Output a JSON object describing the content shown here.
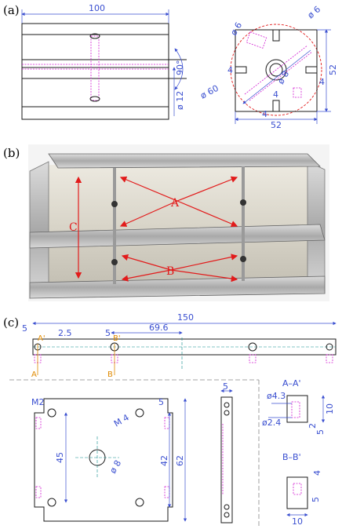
{
  "panels": {
    "a": {
      "label": "(a)"
    },
    "b": {
      "label": "(b)"
    },
    "c": {
      "label": "(c)"
    }
  },
  "panel_a": {
    "side": {
      "length": "100",
      "angle": "90°",
      "bore": "ø 12"
    },
    "end": {
      "size_horizontal": "52",
      "size_vertical": "52",
      "arc_diameter": "ø 60",
      "hole_diameter": "ø 8",
      "slot_width": "4",
      "port_diameter_a": "ø 6",
      "port_diameter_b": "ø 6",
      "slot_width_left": "4",
      "slot_width_right": "4",
      "slot_width_bottom": "4",
      "slot_width_inner": "4"
    }
  },
  "panel_b": {
    "labels": {
      "a": "A",
      "b": "B",
      "c": "C"
    }
  },
  "panel_c": {
    "rail": {
      "length": "150",
      "center_offset": "69.6",
      "end_offset": "5",
      "hole_offset": "2.5",
      "hole_offset_b": "5",
      "section_a_top": "A'",
      "section_b_top": "B'",
      "section_a_bottom": "A",
      "section_b_bottom": "B"
    },
    "plate": {
      "thread_small": "M2",
      "thread_large": "M 4",
      "hole_diameter": "ø 8",
      "width_inner": "45",
      "height_inner": "42",
      "height_outer": "62",
      "corner": "5"
    },
    "side_bar": {
      "width": "5"
    },
    "section_aa": {
      "title": "A–A'",
      "dia_a": "ø4.3",
      "dia_b": "ø2.4",
      "dim_10": "10",
      "dim_2": "2",
      "dim_5": "5"
    },
    "section_bb": {
      "title": "B–B'",
      "dim_4": "4",
      "dim_5": "5",
      "dim_10": "10"
    }
  }
}
